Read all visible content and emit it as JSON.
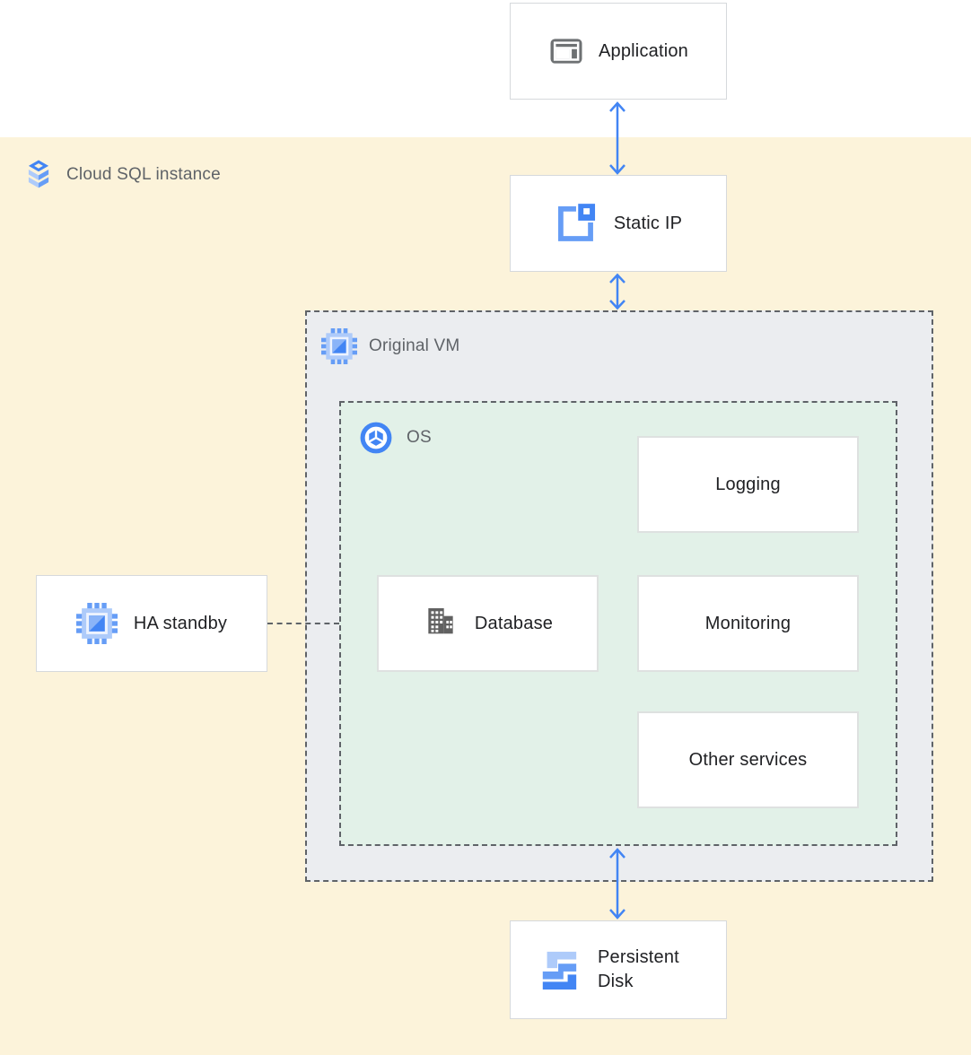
{
  "regions": {
    "cloud_sql_instance": {
      "label": "Cloud SQL instance",
      "icon": "cloud-sql-icon"
    },
    "original_vm": {
      "label": "Original VM",
      "icon": "compute-engine-icon"
    },
    "os": {
      "label": "OS",
      "icon": "os-icon"
    }
  },
  "nodes": {
    "application": {
      "label": "Application",
      "icon": "application-window-icon"
    },
    "static_ip": {
      "label": "Static IP",
      "icon": "static-ip-icon"
    },
    "logging": {
      "label": "Logging"
    },
    "database": {
      "label": "Database",
      "icon": "database-building-icon"
    },
    "monitoring": {
      "label": "Monitoring"
    },
    "other_services": {
      "label": "Other services"
    },
    "ha_standby": {
      "label": "HA standby",
      "icon": "compute-engine-icon"
    },
    "persistent_disk": {
      "label": "Persistent Disk",
      "icon": "persistent-disk-icon"
    }
  },
  "connections": [
    {
      "from": "application",
      "to": "static_ip",
      "type": "double-arrow"
    },
    {
      "from": "static_ip",
      "to": "original_vm",
      "type": "double-arrow"
    },
    {
      "from": "os",
      "to": "persistent_disk",
      "type": "double-arrow"
    },
    {
      "from": "ha_standby",
      "to": "original_vm",
      "type": "dashed-line"
    }
  ],
  "colors": {
    "background_top": "#FFFFFF",
    "background_instance": "#FCF3DA",
    "vm_fill": "#EBEDF0",
    "os_fill": "#E2F1E8",
    "dashed_border": "#5F6368",
    "arrow_blue": "#4285F4",
    "icon_blue": "#4285F4",
    "icon_blue_medium": "#669DF6",
    "icon_blue_light": "#AECBFA",
    "icon_gray": "#616161",
    "label_dark": "#202124",
    "label_gray": "#5F6368"
  }
}
